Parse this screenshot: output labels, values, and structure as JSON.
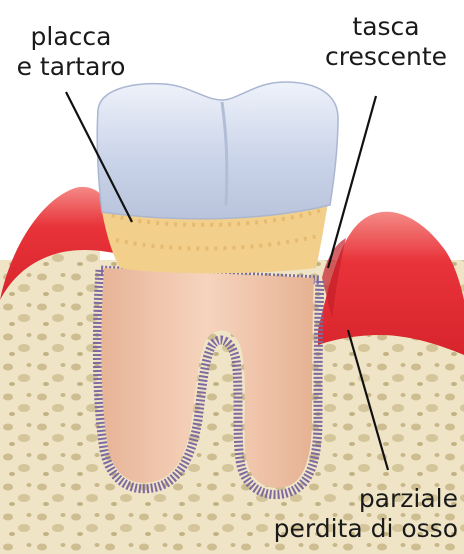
{
  "labels": {
    "plaque": [
      "placca",
      "e tartaro"
    ],
    "pocket": [
      "tasca",
      "crescente"
    ],
    "bone_loss": [
      "parziale",
      "perdita di osso"
    ]
  },
  "colors": {
    "gum": "#e8333a",
    "gum_light": "#f27b72",
    "bone": "#eee3c2",
    "bone_pore": "#c9b98a",
    "enamel": "#d6deee",
    "root": "#f0c3a8",
    "root_lining": "#7e6aa0",
    "tartar": "#f2cf8a",
    "leader_line": "#111111"
  }
}
